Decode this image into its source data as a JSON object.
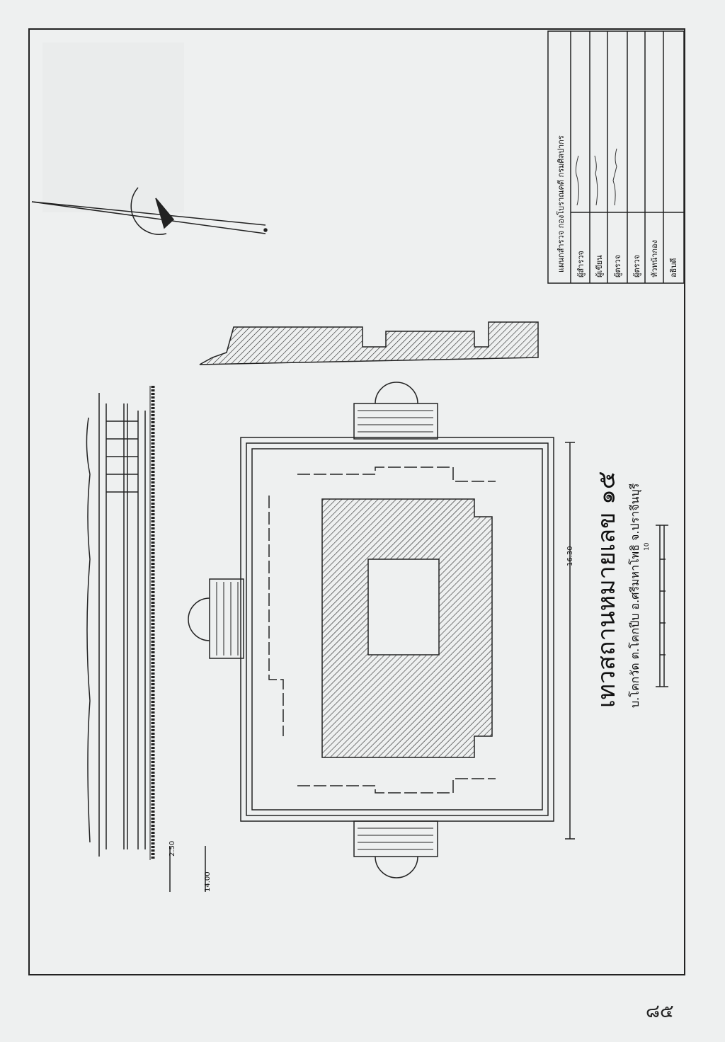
{
  "figure": {
    "title": "เทวสถานหมายเลข ๑๕",
    "location": "บ.โคกวัด ต.โคกปีบ อ.ศรีมหาโพธิ จ.ปราจีนบุรี",
    "dimensions": {
      "overall": "16.30",
      "width": "14.00",
      "step": "2.50"
    },
    "scale_label": "10"
  },
  "title_block": {
    "header": "แผนกสำรวจ กองโบราณคดี กรมศิลปากร",
    "rows": [
      {
        "label": "ผู้สำรวจ"
      },
      {
        "label": "ผู้เขียน"
      },
      {
        "label": "ผู้ตรวจ"
      },
      {
        "label": "ผู้ตรวจ"
      },
      {
        "label": "หัวหน้ากอง"
      },
      {
        "label": "อธิบดี"
      }
    ]
  },
  "page_number": "๘๕"
}
